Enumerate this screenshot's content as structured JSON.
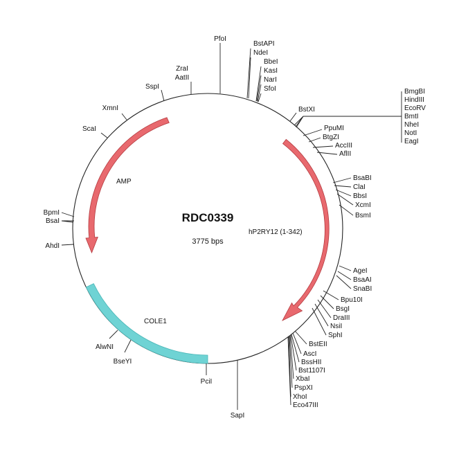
{
  "plasmid": {
    "name": "RDC0339",
    "length_label": "3775 bps"
  },
  "features": {
    "amp": "AMP",
    "insert": "hP2RY12 (1-342)",
    "ori": "COLE1"
  },
  "sites": {
    "PfoI": "PfoI",
    "BstAPI": "BstAPI",
    "NdeI": "NdeI",
    "BbeI": "BbeI",
    "KasI": "KasI",
    "NarI": "NarI",
    "SfoI": "SfoI",
    "BstXI": "BstXI",
    "BmgBI": "BmgBI",
    "HindIII": "HindIII",
    "EcoRV": "EcoRV",
    "BmtI": "BmtI",
    "NheI": "NheI",
    "NotI": "NotI",
    "EagI": "EagI",
    "PpuMI": "PpuMI",
    "BtgZI": "BtgZI",
    "AccIII": "AccIII",
    "AflII": "AflII",
    "BsaBI": "BsaBI",
    "ClaI": "ClaI",
    "BbsI": "BbsI",
    "XcmI": "XcmI",
    "BsmI": "BsmI",
    "AgeI": "AgeI",
    "BsaAI": "BsaAI",
    "SnaBI": "SnaBI",
    "Bpu10I": "Bpu10I",
    "BsgI": "BsgI",
    "DraIII": "DraIII",
    "NsiI": "NsiI",
    "SphI": "SphI",
    "BstEII": "BstEII",
    "AscI": "AscI",
    "BssHII": "BssHII",
    "Bst1107I": "Bst1107I",
    "XbaI": "XbaI",
    "PspXI": "PspXI",
    "XhoI": "XhoI",
    "Eco47III": "Eco47III",
    "SapI": "SapI",
    "PciI": "PciI",
    "BseYI": "BseYI",
    "AlwNI": "AlwNI",
    "AhdI": "AhdI",
    "BpmI": "BpmI",
    "BsaI": "BsaI",
    "ScaI": "ScaI",
    "XmnI": "XmnI",
    "SspI": "SspI",
    "ZraI": "ZraI",
    "AatII": "AatII"
  },
  "colors": {
    "feature_red": "#e8696e",
    "feature_red_stroke": "#b33a3f",
    "ori_teal": "#6fd3d4",
    "backbone": "#222222"
  }
}
